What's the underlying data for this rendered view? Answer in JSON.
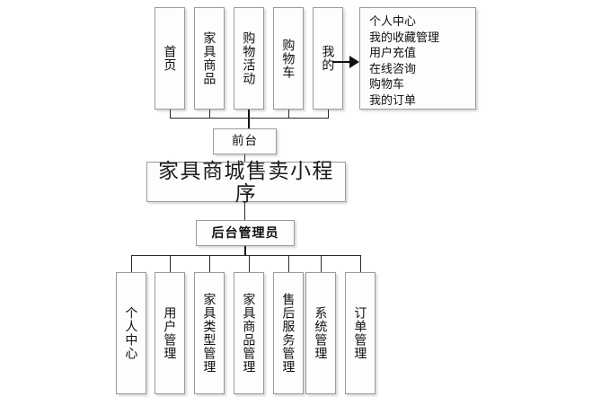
{
  "diagram": {
    "title": "家具商城售卖小程序",
    "frontend_label": "前台",
    "admin_label": "后台管理员",
    "top_modules": [
      {
        "label": "首页"
      },
      {
        "label": "家具商品"
      },
      {
        "label": "购物活动"
      },
      {
        "label": "购物车"
      },
      {
        "label": "我的"
      }
    ],
    "side_panel": {
      "items": [
        "个人中心",
        "我的收藏管理",
        "用户充值",
        "在线咨询",
        "购物车",
        "我的订单"
      ]
    },
    "bottom_modules": [
      {
        "label": "个人中心"
      },
      {
        "label": "用户管理"
      },
      {
        "label": "家具类型管理"
      },
      {
        "label": "家具商品管理"
      },
      {
        "label": "售后服务管理"
      },
      {
        "label": "系统管理"
      },
      {
        "label": "订单管理"
      }
    ],
    "colors": {
      "box_fill": "#fdfdff",
      "box_border": "#9a9a9a",
      "line": "#2b2b2b",
      "text": "#101010",
      "background": "#ffffff"
    }
  }
}
